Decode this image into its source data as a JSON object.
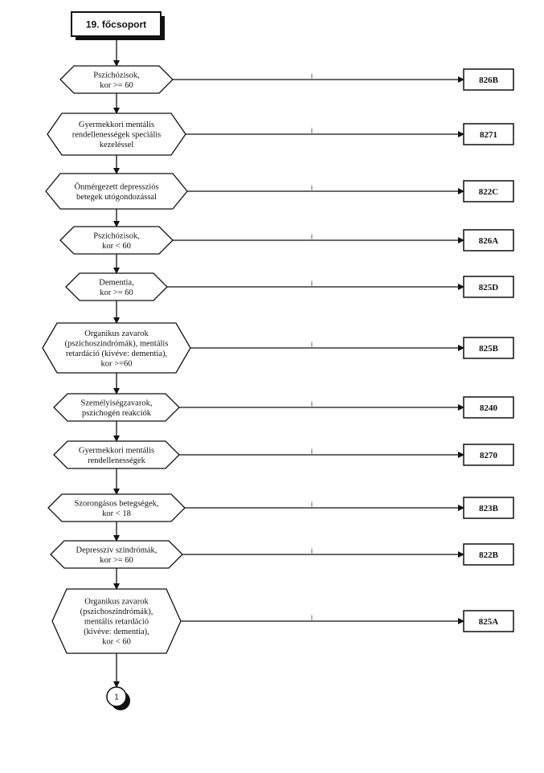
{
  "start": {
    "label": "19. főcsoport"
  },
  "decisions": [
    {
      "lines": [
        "Pszichózisok,",
        "kor >= 60"
      ],
      "branch": "i",
      "code": "826B"
    },
    {
      "lines": [
        "Gyermekkori mentális",
        "rendellenességek speciális",
        "kezeléssel"
      ],
      "branch": "i",
      "code": "8271"
    },
    {
      "lines": [
        "Önmérgezett depressziós",
        "betegek utógondozással"
      ],
      "branch": "i",
      "code": "822C"
    },
    {
      "lines": [
        "Pszichózisok,",
        "kor < 60"
      ],
      "branch": "i",
      "code": "826A"
    },
    {
      "lines": [
        "Dementia,",
        "kor >= 60"
      ],
      "branch": "i",
      "code": "825D"
    },
    {
      "lines": [
        "Organikus zavarok",
        "(pszichoszindrómák), mentális",
        "retardáció (kivéve: dementia),",
        "kor >=60"
      ],
      "branch": "i",
      "code": "825B"
    },
    {
      "lines": [
        "Személyiségzavarok,",
        "pszichogén reakciók"
      ],
      "branch": "i",
      "code": "8240"
    },
    {
      "lines": [
        "Gyermekkori mentális",
        "rendellenességek"
      ],
      "branch": "i",
      "code": "8270"
    },
    {
      "lines": [
        "Szorongásos betegségek,",
        "kor < 18"
      ],
      "branch": "i",
      "code": "823B"
    },
    {
      "lines": [
        "Depresszív szindrómák,",
        "kor >= 60"
      ],
      "branch": "i",
      "code": "822B"
    },
    {
      "lines": [
        "Organikus zavarok",
        "(pszichoszindrómák),",
        "mentális retardáció",
        "(kivéve: dementia),",
        "kor < 60"
      ],
      "branch": "i",
      "code": "825A"
    }
  ],
  "connector": {
    "label": "1"
  }
}
